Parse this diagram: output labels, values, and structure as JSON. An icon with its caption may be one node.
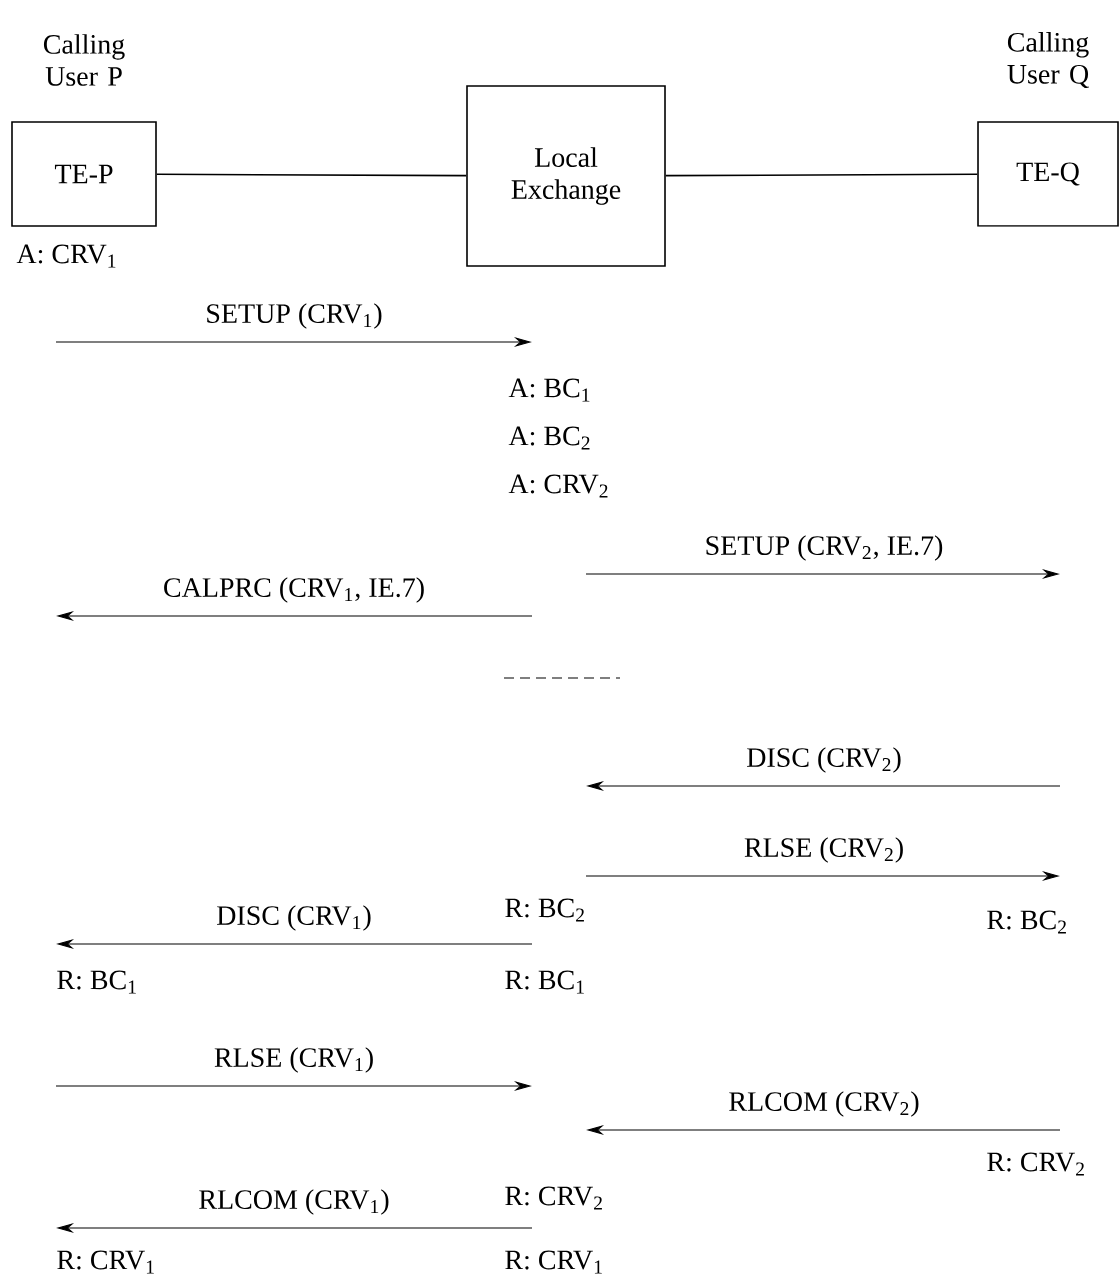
{
  "diagram": {
    "nodes": [
      {
        "text": [
          "Calling User P",
          "TE-P"
        ],
        "beside": [
          "A: CRV$_{1}$"
        ]
      },
      {
        "text": [
          "Local Exchange"
        ]
      },
      {
        "text": [
          "Calling User Q",
          "TE-Q"
        ]
      }
    ],
    "edges": [
      {
        "from": 0,
        "to": 1,
        "arrow": "none"
      },
      {
        "from": 1,
        "to": 2,
        "arrow": "none"
      }
    ],
    "labels": [
      "SETUP (CRV$_{1}$)",
      "A: BC$_{1}$",
      "A: BC$_{2}$",
      "A: CRV$_{2}$",
      "SETUP (CRV$_{2}$, IE.7)",
      "CALPRC (CRV$_{1}$, IE.7)",
      "DISC (CRV$_{2}$)",
      "RLSE (CRV$_{2}$)",
      "R: BC$_{2}$",
      "DISC (CRV$_{1}$)",
      "R: BC$_{2}$",
      "R: BC$_{1}$",
      "R: BC$_{1}$",
      "RLSE (CRV$_{1}$)",
      "RLCOM (CRV$_{2}$)",
      "R: CRV$_{2}$",
      "R: CRV$_{2}$",
      "RLCOM (CRV$_{1}$)",
      "R: CRV$_{1}$",
      "R: CRV$_{1}$"
    ]
  }
}
